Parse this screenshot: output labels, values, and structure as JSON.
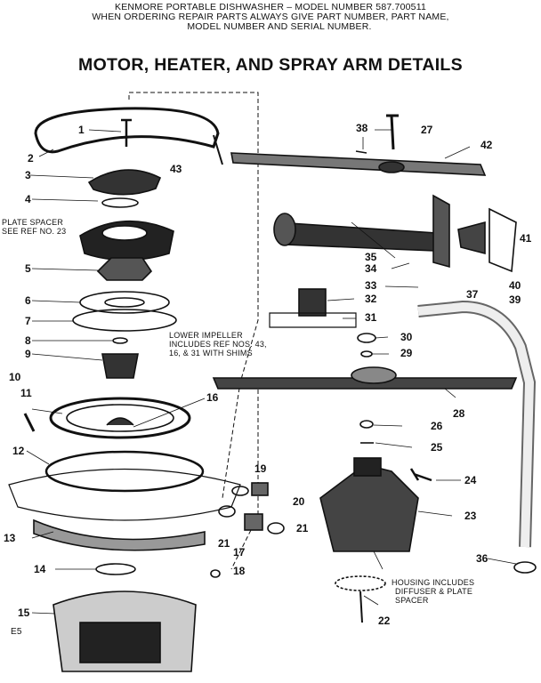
{
  "header": {
    "line1": "KENMORE PORTABLE DISHWASHER – MODEL NUMBER 587.700511",
    "line2": "WHEN ORDERING REPAIR PARTS ALWAYS GIVE PART NUMBER, PART NAME,",
    "line3": "MODEL NUMBER AND SERIAL NUMBER."
  },
  "title": "MOTOR, HEATER, AND SPRAY ARM DETAILS",
  "parts": {
    "p1": "1",
    "p2": "2",
    "p3": "3",
    "p4": "4",
    "p5": "5",
    "p6": "6",
    "p7": "7",
    "p8": "8",
    "p9": "9",
    "p10": "10",
    "p11": "11",
    "p12": "12",
    "p13": "13",
    "p14": "14",
    "p15": "15",
    "p16": "16",
    "p17": "17",
    "p18": "18",
    "p19": "19",
    "p20": "20",
    "p21a": "21",
    "p21b": "21",
    "p22": "22",
    "p23": "23",
    "p24": "24",
    "p25": "25",
    "p26": "26",
    "p27": "27",
    "p28": "28",
    "p29": "29",
    "p30": "30",
    "p31": "31",
    "p32": "32",
    "p33": "33",
    "p34": "34",
    "p35": "35",
    "p36": "36",
    "p37": "37",
    "p38": "38",
    "p39": "39",
    "p40": "40",
    "p41": "41",
    "p42": "42",
    "p43": "43"
  },
  "notes": {
    "plate_spacer_1": "PLATE SPACER",
    "plate_spacer_2": "SEE REF NO. 23",
    "impeller_1": "LOWER IMPELLER",
    "impeller_2": "INCLUDES REF NOS. 43,",
    "impeller_3": "16, & 31 WITH SHIMS",
    "housing_1": "HOUSING  INCLUDES",
    "housing_2": "DIFFUSER & PLATE",
    "housing_3": "SPACER",
    "page_code": "E5"
  }
}
